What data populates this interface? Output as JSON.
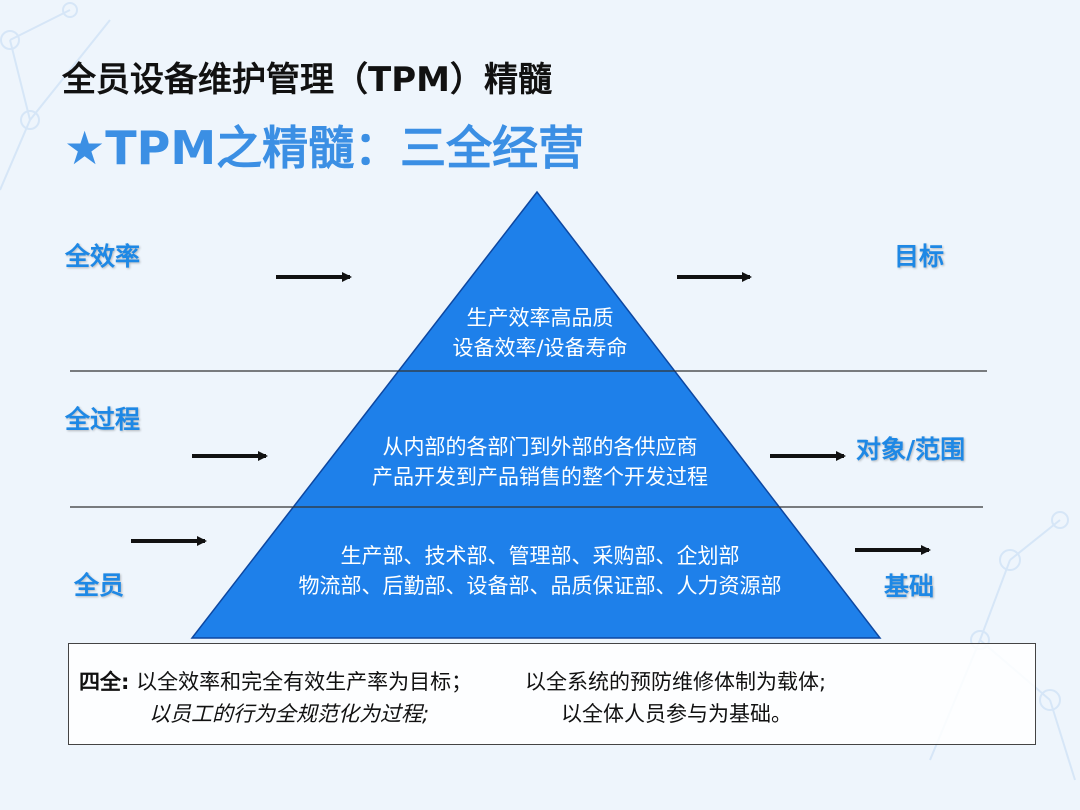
{
  "slide": {
    "title": "全员设备维护管理（TPM）精髓",
    "subtitle": "★TPM之精髓：三全经营"
  },
  "left_labels": [
    "全效率",
    "全过程",
    "全员"
  ],
  "right_labels": [
    "目标",
    "对象/范围",
    "基础"
  ],
  "pyramid": {
    "fill": "#1e80ea",
    "tiers": [
      {
        "line1": "生产效率高品质",
        "line2": "设备效率/设备寿命"
      },
      {
        "line1": "从内部的各部门到外部的各供应商",
        "line2": "产品开发到产品销售的整个开发过程"
      },
      {
        "line1": "生产部、技术部、管理部、采购部、企划部",
        "line2": "物流部、后勤部、设备部、品质保证部、人力资源部"
      }
    ]
  },
  "summary": {
    "label": "四全:",
    "text1": "以全效率和完全有效生产率为目标；",
    "text2": "以全系统的预防维修体制为载体;",
    "text3": "以员工的行为全规范化为过程;",
    "text4": "以全体人员参与为基础。"
  }
}
